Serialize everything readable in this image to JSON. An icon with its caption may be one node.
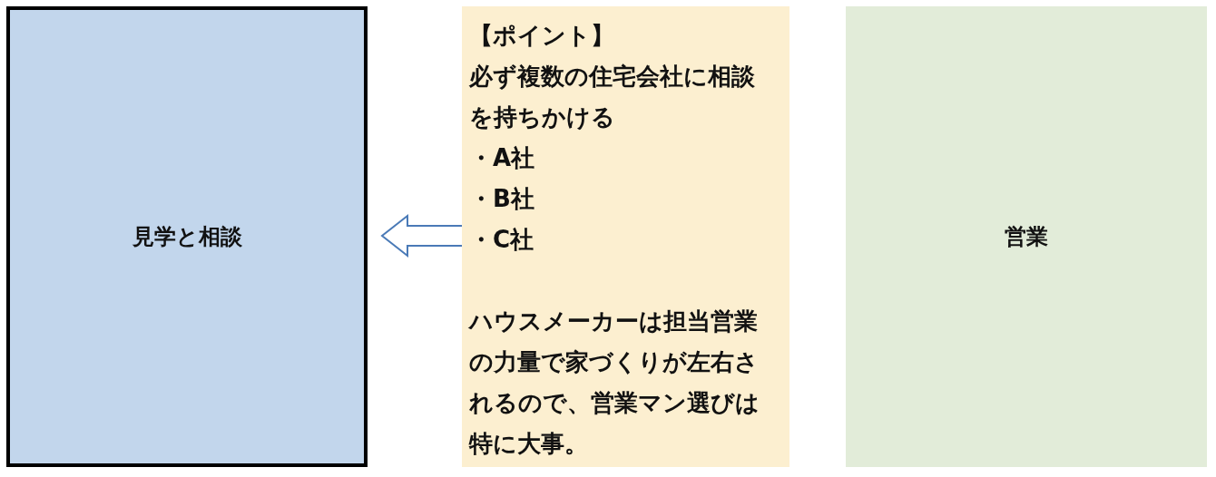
{
  "diagram": {
    "nodes": [
      {
        "text": [
          "見学と相談"
        ]
      },
      {
        "text": [
          "【ポイント】",
          "必ず複数の住宅会社に相談を持ちかける",
          "・A社",
          "・B社",
          "・C社",
          "ハウスメーカーは担当営業の力量で家づくりが左右されるので、営業マン選びは特に大事。"
        ]
      },
      {
        "text": [
          "営業"
        ]
      }
    ],
    "edges": [
      {
        "from": 1,
        "to": 0,
        "arrow": "to"
      }
    ]
  }
}
